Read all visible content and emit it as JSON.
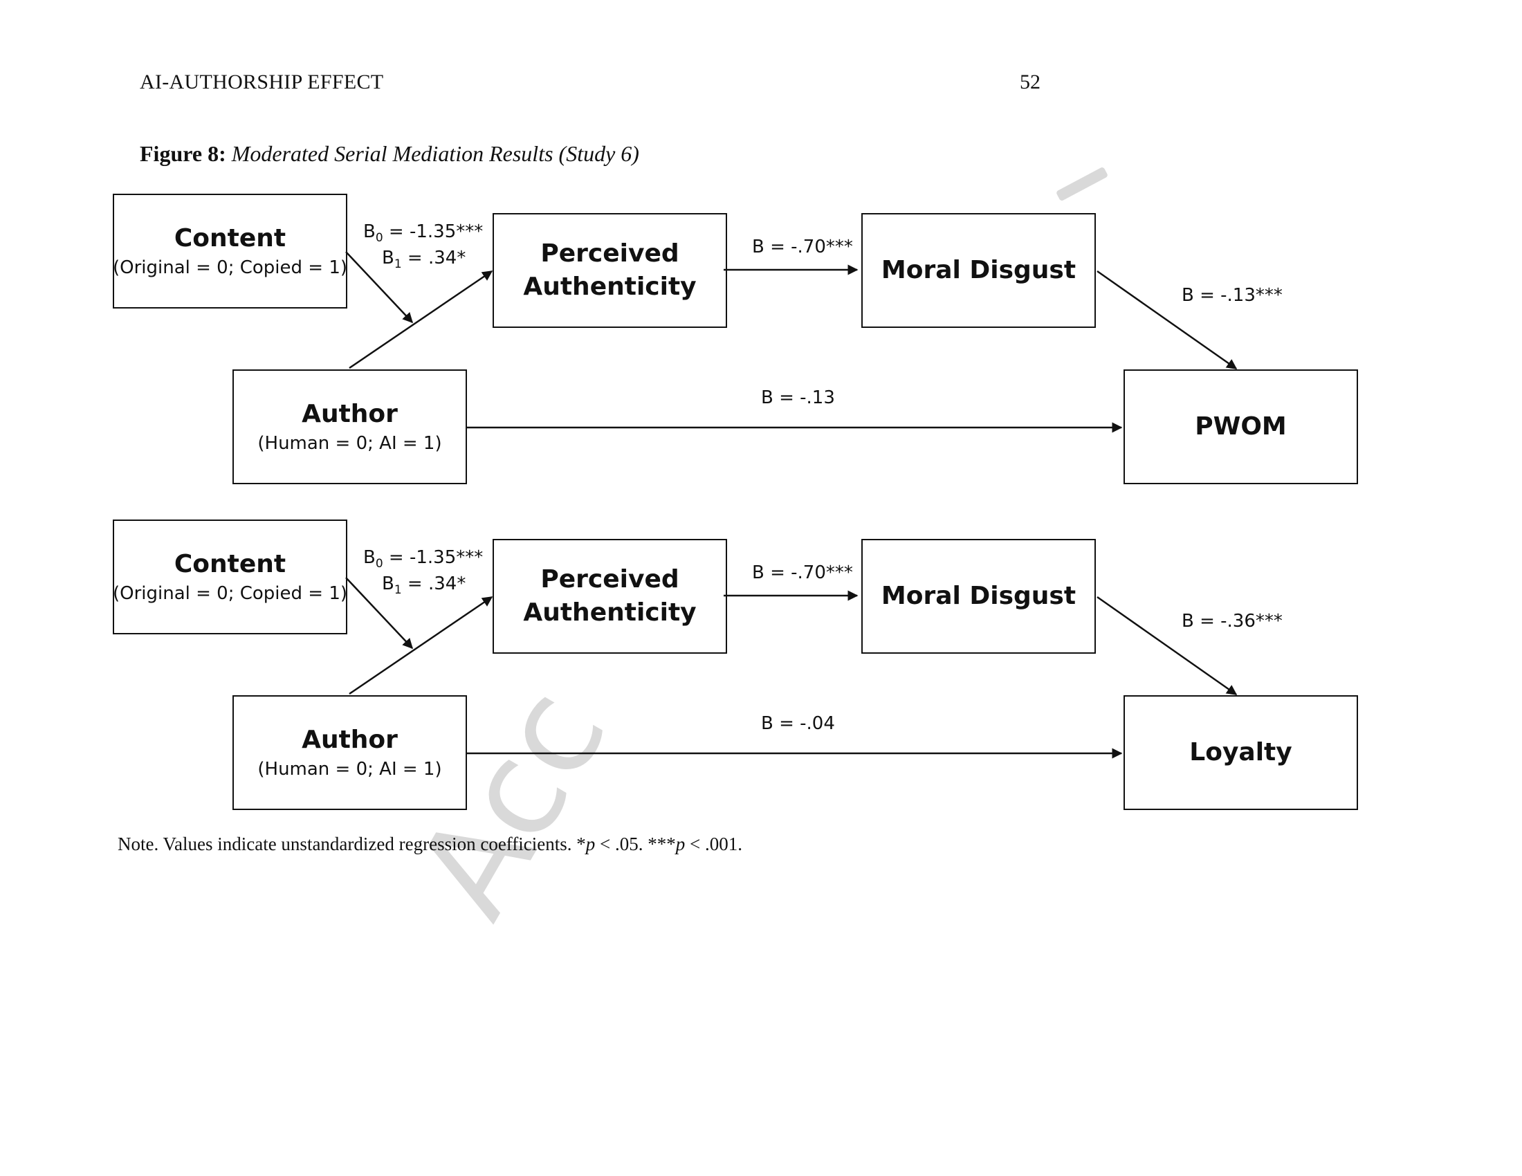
{
  "header": {
    "running_head": "AI-AUTHORSHIP EFFECT",
    "page_number": "52"
  },
  "caption": {
    "label": "Figure 8:",
    "title": "Moderated Serial Mediation Results (Study 6)"
  },
  "watermark": {
    "text": "Acc"
  },
  "panels": [
    {
      "content_box": {
        "title": "Content",
        "subtitle": "(Original = 0; Copied = 1)"
      },
      "author_box": {
        "title": "Author",
        "subtitle": "(Human = 0; AI = 1)"
      },
      "mediator1_box": {
        "title_line1": "Perceived",
        "title_line2": "Authenticity"
      },
      "mediator2_box": {
        "title": "Moral Disgust"
      },
      "outcome_box": {
        "title": "PWOM"
      },
      "coef_b0": {
        "prefix": "B",
        "sub": "0",
        "value": " = -1.35***"
      },
      "coef_b1": {
        "prefix": "B",
        "sub": "1",
        "value": " = .34*"
      },
      "coef_a_to_m2": "B = -.70***",
      "coef_m2_to_y": "B = -.13***",
      "coef_direct": "B = -.13"
    },
    {
      "content_box": {
        "title": "Content",
        "subtitle": "(Original = 0; Copied = 1)"
      },
      "author_box": {
        "title": "Author",
        "subtitle": "(Human = 0; AI = 1)"
      },
      "mediator1_box": {
        "title_line1": "Perceived",
        "title_line2": "Authenticity"
      },
      "mediator2_box": {
        "title": "Moral Disgust"
      },
      "outcome_box": {
        "title": "Loyalty"
      },
      "coef_b0": {
        "prefix": "B",
        "sub": "0",
        "value": " = -1.35***"
      },
      "coef_b1": {
        "prefix": "B",
        "sub": "1",
        "value": " = .34*"
      },
      "coef_a_to_m2": "B = -.70***",
      "coef_m2_to_y": "B = -.36***",
      "coef_direct": "B = -.04"
    }
  ],
  "note": {
    "lead": "Note. Values indicate unstandardized regression coefficients.  *",
    "p1": "p",
    "mid": " < .05. ***",
    "p2": "p",
    "tail": " < .001."
  }
}
